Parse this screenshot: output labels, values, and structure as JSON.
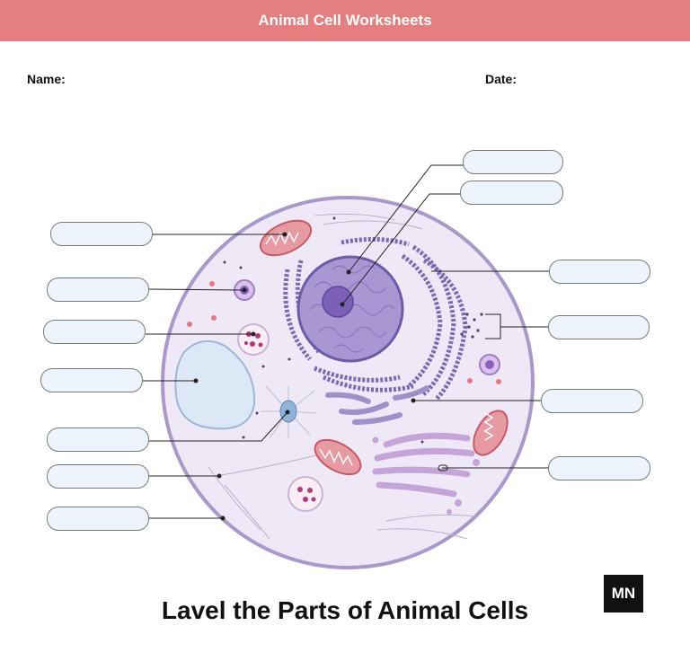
{
  "header": {
    "title": "Animal Cell Worksheets"
  },
  "form": {
    "name_label": "Name:",
    "date_label": "Date:"
  },
  "worksheet": {
    "title": "Lavel the Parts of Animal Cells"
  },
  "logo": {
    "text": "MN"
  },
  "colors": {
    "banner": "#e57f7f",
    "cell_fill": "#efe8f6",
    "cell_membrane": "#a998cc",
    "nucleus": "#8d79c3",
    "nucleolus": "#7c5fb8",
    "endoplasmic_reticulum": "#7b68b6",
    "golgi": "#c6a3d8",
    "mitochondria": "#e07d86",
    "vacuole": "#dce8f6",
    "answer_box_fill": "#eef4fb"
  }
}
